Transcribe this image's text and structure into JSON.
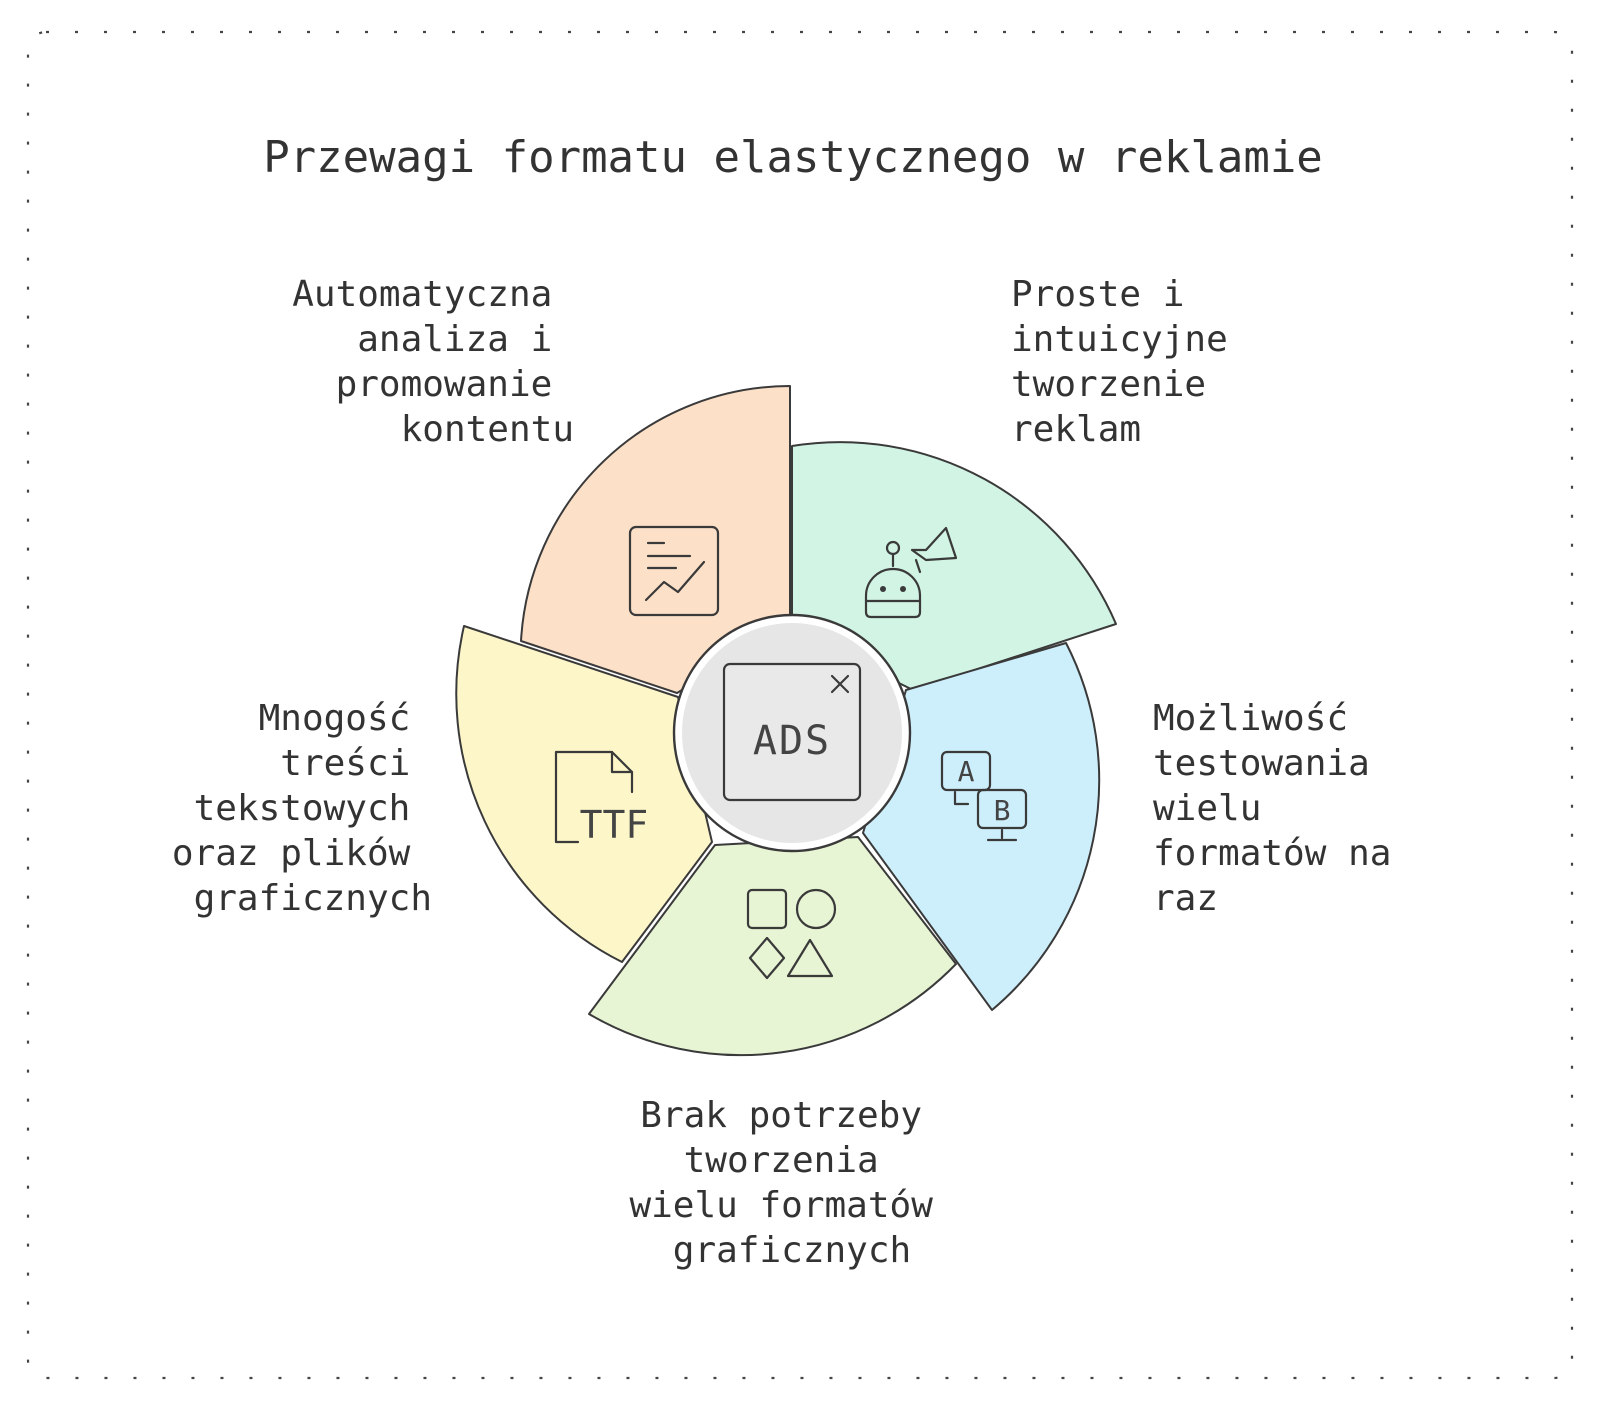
{
  "title": "Przewagi formatu elastycznego w reklamie",
  "center": {
    "label": "ADS",
    "icon": "ad-window-icon",
    "color": "#e6e6e6"
  },
  "segments": [
    {
      "id": "orange",
      "label_lines": [
        "Automatyczna",
        "analiza i",
        "promowanie",
        "kontentu"
      ],
      "icon": "analytics-chart-icon",
      "color": "#fce0c8"
    },
    {
      "id": "green",
      "label_lines": [
        "Proste i",
        "intuicyjne",
        "tworzenie",
        "reklam"
      ],
      "icon": "robot-megaphone-icon",
      "color": "#d2f4e4"
    },
    {
      "id": "blue",
      "label_lines": [
        "Możliwość",
        "testowania",
        "wielu",
        "formatów na",
        "raz"
      ],
      "icon": "ab-test-icon",
      "icon_letters": [
        "A",
        "B"
      ],
      "color": "#cdeefb"
    },
    {
      "id": "lime",
      "label_lines": [
        "Brak potrzeby",
        "tworzenia",
        "wielu formatów",
        "graficznych"
      ],
      "icon": "shapes-icon",
      "color": "#e8f5d4"
    },
    {
      "id": "yellow",
      "label_lines": [
        "Mnogość",
        "treści",
        "tekstowych",
        "oraz plików",
        "graficznych"
      ],
      "icon": "ttf-file-icon",
      "icon_text": "TTF",
      "color": "#fdf6c8"
    }
  ]
}
